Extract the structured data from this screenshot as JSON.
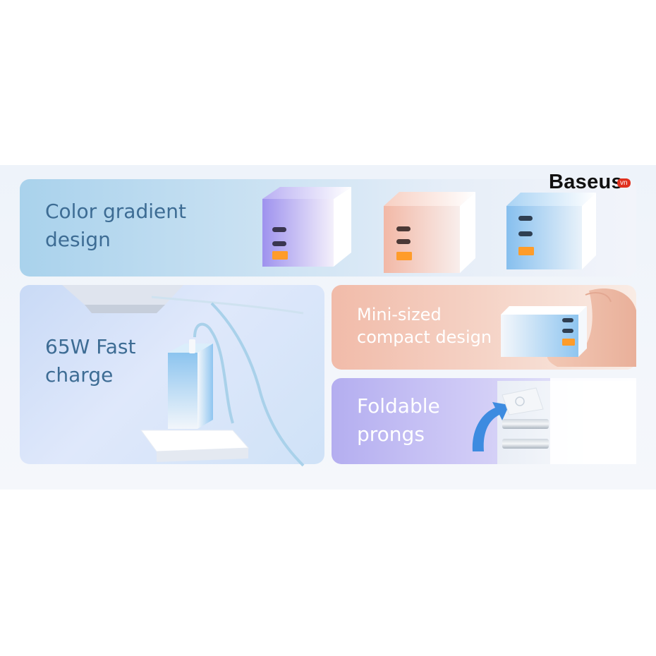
{
  "brand": {
    "name": "Baseus",
    "suffix": "vn",
    "logo_color": "#e0301e"
  },
  "panels": {
    "color_gradient": {
      "caption_line1": "Color gradient",
      "caption_line2": "design"
    },
    "fast_charge": {
      "caption_line1": "65W Fast",
      "caption_line2": "charge"
    },
    "mini_sized": {
      "caption_line1": "Mini-sized",
      "caption_line2": "compact design"
    },
    "foldable": {
      "caption_line1": "Foldable",
      "caption_line2": "prongs"
    }
  },
  "chargers": [
    {
      "name": "purple-charger",
      "top_color": "#9e92ee",
      "bottom_color": "#f4f0fb"
    },
    {
      "name": "pink-charger",
      "top_color": "#f2b8a6",
      "bottom_color": "#f8eeec"
    },
    {
      "name": "blue-charger",
      "top_color": "#86bfee",
      "bottom_color": "#e9f2fa"
    }
  ],
  "colors": {
    "caption_blue": "#3d6c94",
    "caption_white": "#ffffff"
  }
}
